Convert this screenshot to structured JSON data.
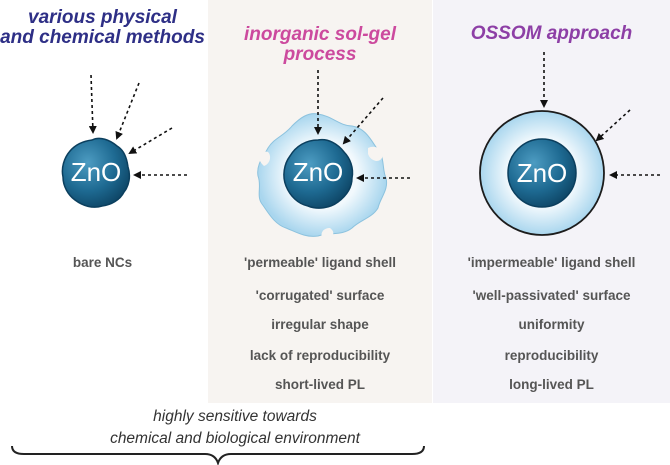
{
  "columns": [
    {
      "title": "various physical and chemical methods",
      "title_lines": [
        "various physical",
        "and chemical methods"
      ],
      "title_color": "#2e2f86",
      "core_label": "ZnO",
      "properties": [
        "bare NCs"
      ]
    },
    {
      "title": "inorganic sol-gel process",
      "title_lines": [
        "inorganic sol-gel",
        "process"
      ],
      "title_color": "#cc4a9e",
      "core_label": "ZnO",
      "properties": [
        "'permeable' ligand shell",
        "'corrugated' surface",
        "irregular shape",
        "lack of reproducibility",
        "short-lived PL"
      ]
    },
    {
      "title": "OSSOM approach",
      "title_lines": [
        "OSSOM approach"
      ],
      "title_color": "#8d3fa6",
      "core_label": "ZnO",
      "properties": [
        "'impermeable' ligand shell",
        "'well-passivated' surface",
        "uniformity",
        "reproducibility",
        "long-lived PL"
      ]
    }
  ],
  "caption_lines": [
    "highly sensitive towards",
    "chemical and biological environment"
  ],
  "colors": {
    "core_dark": "#0f4f73",
    "core_light": "#3f8bb0",
    "shell": "#bfe0f2",
    "shell_outline": "#1c1c1c"
  }
}
